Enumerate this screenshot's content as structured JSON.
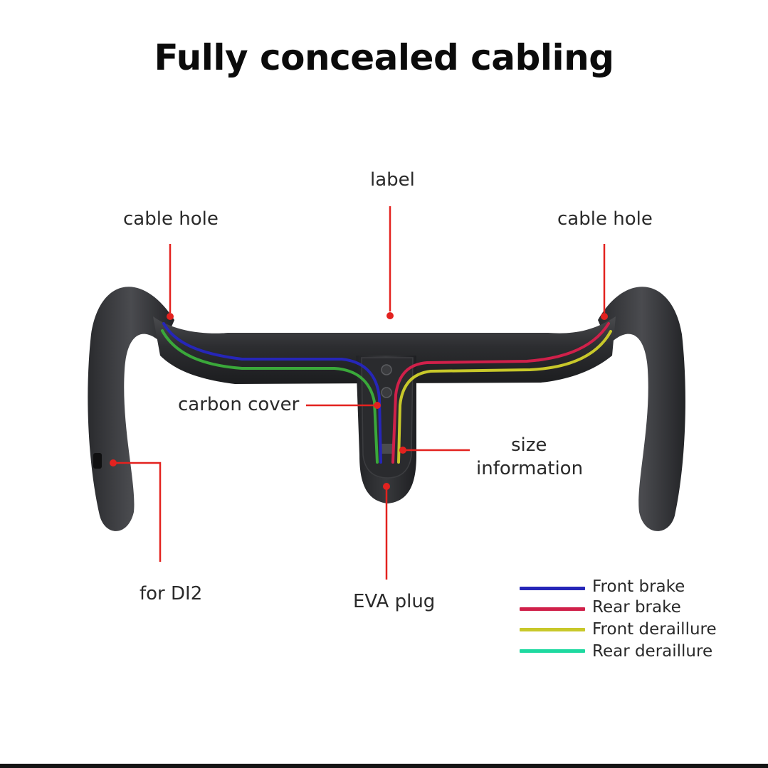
{
  "title": "Fully concealed cabling",
  "callouts": {
    "label": "label",
    "cable_hole_left": "cable hole",
    "cable_hole_right": "cable hole",
    "carbon_cover": "carbon cover",
    "size_information_line1": "size",
    "size_information_line2": "information",
    "for_di2": "for DI2",
    "eva_plug": "EVA plug"
  },
  "legend": [
    {
      "label": "Front brake",
      "color": "#2626b8"
    },
    {
      "label": "Rear brake",
      "color": "#d0204a"
    },
    {
      "label": "Front deraillure",
      "color": "#c8c82a"
    },
    {
      "label": "Rear deraillure",
      "color": "#1ed9a0"
    }
  ],
  "colors": {
    "callout_line": "#e3221f",
    "handlebar": "#2e2f31",
    "rear_deraillure_cable_drawn": "#3aa83a"
  }
}
